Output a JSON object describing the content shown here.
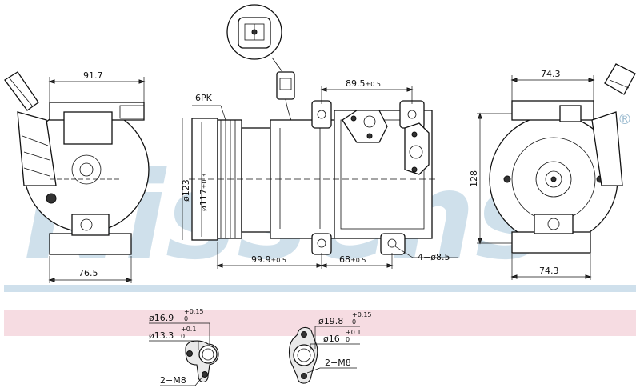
{
  "watermark": {
    "text": "Nissens",
    "registered": "®",
    "color": "#a9c8dc"
  },
  "bands": {
    "blue": "#cfe0ec",
    "pink": "#f6dce2"
  },
  "dimensions": {
    "left_top_width": "91.7",
    "left_bottom_width": "76.5",
    "belt": "6PK",
    "pulley_outer": "ø123",
    "pulley_inner": "ø117",
    "pulley_inner_tol": "±0.3",
    "port_spacing": "89.5",
    "port_spacing_tol": "±0.5",
    "pulley_to_mount": "99.9",
    "pulley_to_mount_tol": "±0.5",
    "mount_spacing": "68",
    "mount_spacing_tol": "±0.5",
    "mount_holes": "4−ø8.5",
    "right_top_width": "74.3",
    "right_bottom_width": "74.3",
    "height": "128"
  },
  "ports": {
    "left": {
      "outer": "ø16.9",
      "outer_tol_upper": "+0.15",
      "outer_tol_lower": "0",
      "inner": "ø13.3",
      "inner_tol_upper": "+0.1",
      "inner_tol_lower": "0",
      "bolts": "2−M8"
    },
    "right": {
      "outer": "ø19.8",
      "outer_tol_upper": "+0.15",
      "outer_tol_lower": "0",
      "inner": "ø16",
      "inner_tol_upper": "+0.1",
      "inner_tol_lower": "0",
      "bolts": "2−M8"
    }
  },
  "icons": [
    "connector-detail-icon",
    "compressor-front-view",
    "compressor-side-view",
    "compressor-rear-view"
  ]
}
